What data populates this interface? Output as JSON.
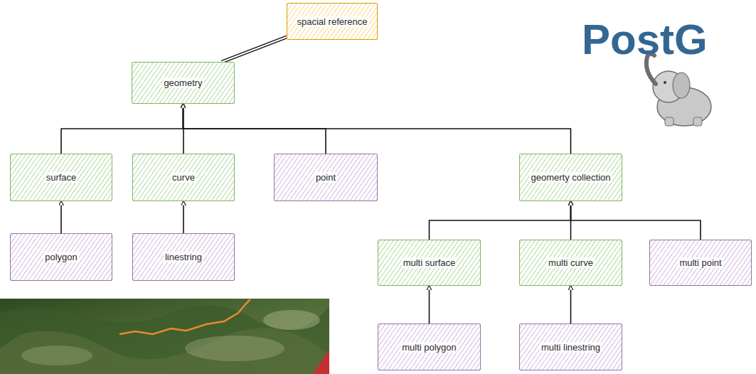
{
  "diagram": {
    "nodes": [
      {
        "text": [
          "spacial reference"
        ]
      },
      {
        "text": [
          "geometry"
        ]
      },
      {
        "text": [
          "surface"
        ]
      },
      {
        "text": [
          "curve"
        ]
      },
      {
        "text": [
          "point"
        ]
      },
      {
        "text": [
          "geomerty collection"
        ]
      },
      {
        "text": [
          "polygon"
        ]
      },
      {
        "text": [
          "linestring"
        ]
      },
      {
        "text": [
          "multi surface"
        ]
      },
      {
        "text": [
          "multi curve"
        ]
      },
      {
        "text": [
          "multi point"
        ]
      },
      {
        "text": [
          "multi polygon"
        ]
      },
      {
        "text": [
          "multi linestring"
        ]
      }
    ],
    "edges": [
      {
        "from": 0,
        "to": 1,
        "arrow": "none"
      },
      {
        "from": 2,
        "to": 1,
        "arrow": "to"
      },
      {
        "from": 3,
        "to": 1,
        "arrow": "to"
      },
      {
        "from": 4,
        "to": 1,
        "arrow": "to"
      },
      {
        "from": 5,
        "to": 1,
        "arrow": "to"
      },
      {
        "from": 6,
        "to": 2,
        "arrow": "to"
      },
      {
        "from": 7,
        "to": 3,
        "arrow": "to"
      },
      {
        "from": 8,
        "to": 5,
        "arrow": "to"
      },
      {
        "from": 9,
        "to": 5,
        "arrow": "to"
      },
      {
        "from": 10,
        "to": 5,
        "arrow": "to"
      },
      {
        "from": 11,
        "to": 8,
        "arrow": "to"
      },
      {
        "from": 12,
        "to": 9,
        "arrow": "to"
      }
    ],
    "labels": [
      "PostG"
    ]
  }
}
